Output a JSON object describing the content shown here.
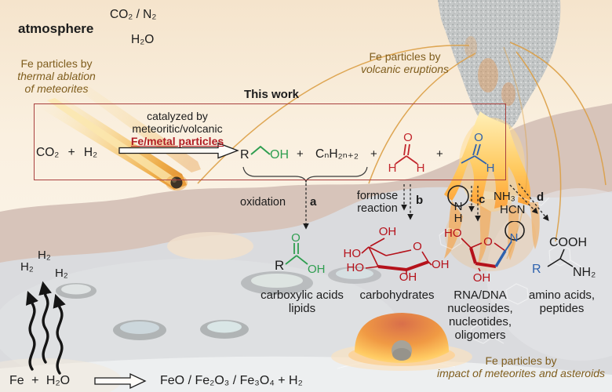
{
  "colors": {
    "sky_top": "#f5e4cc",
    "land_tan": "#d7c4ba",
    "land_gray": "#dadbde",
    "box_border": "#a9403f",
    "crimson": "#b01c24",
    "green": "#2f9e50",
    "blue": "#2e62ae",
    "brown": "#7f5d1d",
    "lava": "#ffac3e",
    "sugar_red": "#b5121b"
  },
  "atmosphere": {
    "title": "atmosphere",
    "gases": "CO₂ / N₂",
    "water": "H₂O"
  },
  "annotations": {
    "ablation": [
      "Fe particles by",
      "thermal ablation",
      "of meteorites"
    ],
    "volcanic": [
      "Fe particles by",
      "volcanic eruptions"
    ],
    "impact": [
      "Fe particles by",
      "impact of meteorites and asteroids"
    ]
  },
  "this_work": {
    "title": "This work"
  },
  "reaction": {
    "reactants": "CO₂ + H₂",
    "catalyst_lines": [
      "catalyzed by",
      "meteoritic/volcanic",
      "Fe/metal particles"
    ],
    "plus": "+",
    "alcohol": {
      "r": "R",
      "oh": "OH"
    },
    "alkane": "CₙH₂ₙ₊₂",
    "formaldehyde": {
      "o": "O",
      "h_left": "H",
      "h_right": "H"
    },
    "acetaldehyde": {
      "o": "O",
      "h": "H"
    }
  },
  "pathways": {
    "a": {
      "label": "oxidation",
      "letter": "a"
    },
    "b": {
      "label_lines": [
        "formose",
        "reaction"
      ],
      "letter": "b"
    },
    "c": {
      "letter": "c",
      "ring_n": "N",
      "ring_h": "H"
    },
    "d": {
      "letter": "d",
      "reagent1": "NH₃",
      "reagent2": "HCN"
    }
  },
  "products": {
    "carboxylic": {
      "caption": [
        "carboxylic acids",
        "lipids"
      ],
      "atoms": {
        "r": "R",
        "o": "O",
        "oh": "OH"
      }
    },
    "carbohydrates": {
      "caption": [
        "carbohydrates"
      ],
      "atoms": {
        "oh_top": "OH",
        "ho_left": "HO",
        "ho_lower": "HO",
        "o_ring": "O",
        "oh_bottom": "OH",
        "oh_right": "OH"
      }
    },
    "nucleosides": {
      "caption": [
        "RNA/DNA",
        "nucleosides,",
        "nucleotides,",
        "oligomers"
      ],
      "atoms": {
        "ho": "HO",
        "o_ring": "O",
        "oh": "OH",
        "n": "N"
      }
    },
    "amino": {
      "caption": [
        "amino acids,",
        "peptides"
      ],
      "atoms": {
        "cooh": "COOH",
        "r": "R",
        "nh2": "NH₂"
      }
    }
  },
  "bottom": {
    "h2_bubbles": [
      "H₂",
      "H₂",
      "H₂"
    ],
    "iron_reaction_lhs": "Fe + H₂O",
    "iron_reaction_rhs": "FeO / Fe₂O₃ / Fe₃O₄ + H₂"
  }
}
